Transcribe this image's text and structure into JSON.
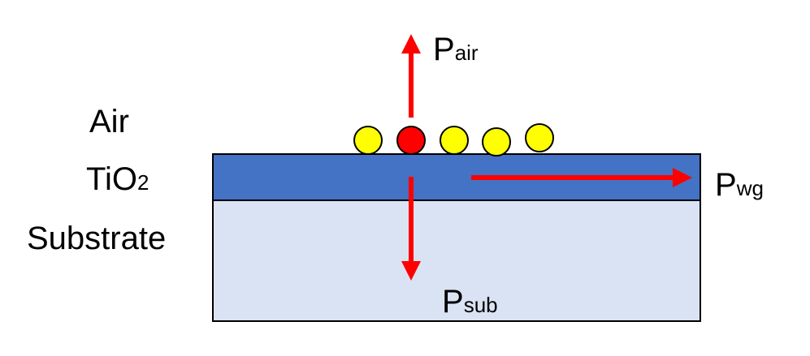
{
  "layers": {
    "air": {
      "label": "Air"
    },
    "tio2": {
      "label_main": "TiO",
      "label_sub": "2",
      "fill": "#4472C4"
    },
    "substrate": {
      "label": "Substrate",
      "fill": "#DAE3F3"
    }
  },
  "outline_color": "#000000",
  "particles": {
    "fill": "#FFFF00",
    "highlight_fill": "#FF0000",
    "stroke": "#000000",
    "count": 5,
    "highlight_index": 1
  },
  "arrows": {
    "color": "#FF0000"
  },
  "powers": {
    "air": {
      "main": "P",
      "sub": "air"
    },
    "waveguide": {
      "main": "P",
      "sub": "wg"
    },
    "substrate": {
      "main": "P",
      "sub": "sub"
    }
  }
}
